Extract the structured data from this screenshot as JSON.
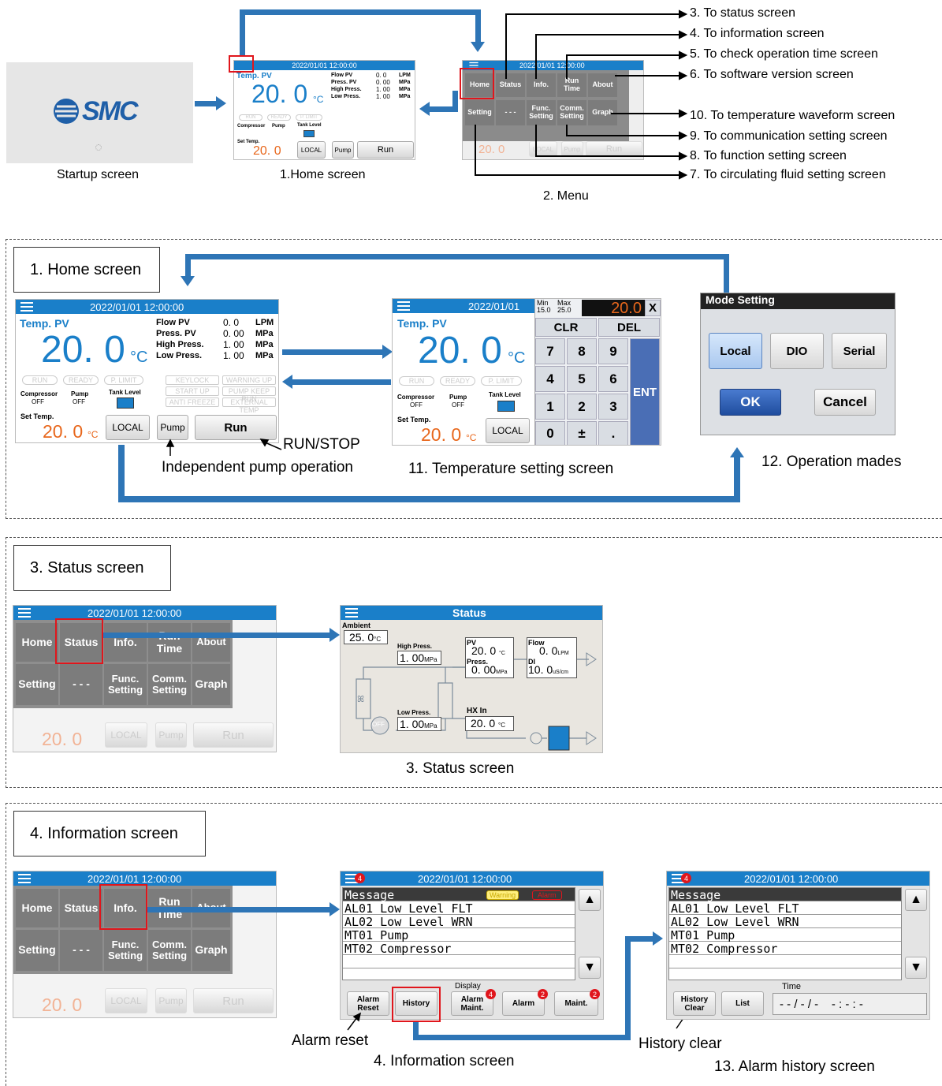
{
  "top": {
    "startup_caption": "Startup screen",
    "home_caption": "1.Home screen",
    "menu_caption": "2. Menu",
    "logo_text": "SMC",
    "destinations": [
      "3. To status screen",
      "4. To information screen",
      "5. To check operation time screen",
      "6. To software version screen",
      "10. To temperature waveform screen",
      "9.  To communication setting screen",
      "8.  To function setting screen",
      "7.  To circulating fluid setting screen"
    ]
  },
  "hmi": {
    "datetime": "2022/01/01   12:00:00",
    "date": "2022/01/01",
    "time": "12:00:00",
    "temp_pv_label": "Temp. PV",
    "temp_value": "20. 0",
    "temp_unit": "°C",
    "flow_label": "Flow PV",
    "flow_value": "0. 0",
    "flow_unit": "LPM",
    "press_label": "Press. PV",
    "press_value": "0. 00",
    "press_unit": "MPa",
    "high_label": "High Press.",
    "high_value": "1. 00",
    "low_label": "Low Press.",
    "low_value": "1. 00",
    "indicators_left": [
      "RUN",
      "READY",
      "P. LIMIT"
    ],
    "indicators_right": [
      "KEYLOCK",
      "WARNING UP",
      "START UP",
      "PUMP KEEP RUN",
      "ANTI FREEZE",
      "EXTERNAL TEMP"
    ],
    "compressor_label": "Compressor",
    "compressor_state": "OFF",
    "pump_label": "Pump",
    "pump_state": "OFF",
    "tank_label": "Tank Level",
    "set_temp_label": "Set Temp.",
    "set_temp_value": "20. 0",
    "set_temp_unit": "°C",
    "local_label": "LOCAL",
    "pump_button": "Pump",
    "run_button": "Run"
  },
  "menu": {
    "home": "Home",
    "status": "Status",
    "info": "Info.",
    "run_time": "Run Time",
    "about": "About",
    "setting": "Setting",
    "dots": "- - -",
    "func_setting": "Func. Setting",
    "comm_setting": "Comm. Setting",
    "graph": "Graph"
  },
  "section1": {
    "title": "1. Home screen",
    "run_stop_note": "RUN/STOP",
    "pump_note": "Independent pump operation",
    "temp_caption": "11. Temperature setting screen",
    "mode_caption": "12. Operation mades",
    "keypad": {
      "min_label": "Min",
      "min_value": "15.0",
      "max_label": "Max",
      "max_value": "25.0",
      "entry": "20.0",
      "close": "X",
      "clr": "CLR",
      "del": "DEL",
      "keys": [
        "7",
        "8",
        "9",
        "4",
        "5",
        "6",
        "1",
        "2",
        "3",
        "0",
        "±",
        "."
      ],
      "ent": "ENT"
    },
    "mode": {
      "title": "Mode Setting",
      "local": "Local",
      "dio": "DIO",
      "serial": "Serial",
      "ok": "OK",
      "cancel": "Cancel"
    }
  },
  "section3": {
    "title": "3. Status screen",
    "caption": "3. Status screen",
    "status_title": "Status",
    "ambient_label": "Ambient",
    "ambient_value": "25. 0",
    "ambient_unit": "°C",
    "high_label": "High Press.",
    "high_value": "1. 00",
    "high_unit": "MPa",
    "pv_label": "PV",
    "pv_value": "20. 0",
    "pv_unit": "°C",
    "press_label": "Press.",
    "press_value": "0. 00",
    "press_unit": "MPa",
    "flow_label": "Flow",
    "flow_value": "0. 0",
    "flow_unit": "LPM",
    "di_label": "DI",
    "di_value": "10. 0",
    "di_unit": "uS/cm",
    "low_label": "Low Press.",
    "low_value": "1. 00",
    "low_unit": "MPa",
    "hx_label": "HX In",
    "hx_value": "20. 0",
    "hx_unit": "°C",
    "pump_state": "OFF"
  },
  "section4": {
    "title": "4. Information screen",
    "caption": "4. Information screen",
    "history_caption": "13. Alarm history screen",
    "alarm_reset_note": "Alarm reset",
    "history_clear_note": "History clear",
    "badge_count": "4",
    "message_header": "Message",
    "warning_tag": "Warning",
    "alarm_tag": "Alarm",
    "messages": [
      "AL01 Low Level FLT",
      "AL02 Low Level WRN",
      "MT01 Pump",
      "MT02 Compressor"
    ],
    "display_label": "Display",
    "alarm_reset_btn": "Alarm Reset",
    "history_btn": "History",
    "alarm_maint_btn": "Alarm Maint.",
    "alarm_btn": "Alarm",
    "maint_btn": "Maint.",
    "badge_alarm_maint": "4",
    "badge_alarm": "2",
    "badge_maint": "2",
    "history_clear_btn": "History Clear",
    "list_btn": "List",
    "time_label": "Time",
    "time_placeholder": "- - / - / -    - : - : -"
  },
  "colors": {
    "title_bar": "#1a7fc9",
    "arrow": "#2e75b6",
    "highlight": "#e0161c",
    "temp_set": "#e8671c"
  }
}
